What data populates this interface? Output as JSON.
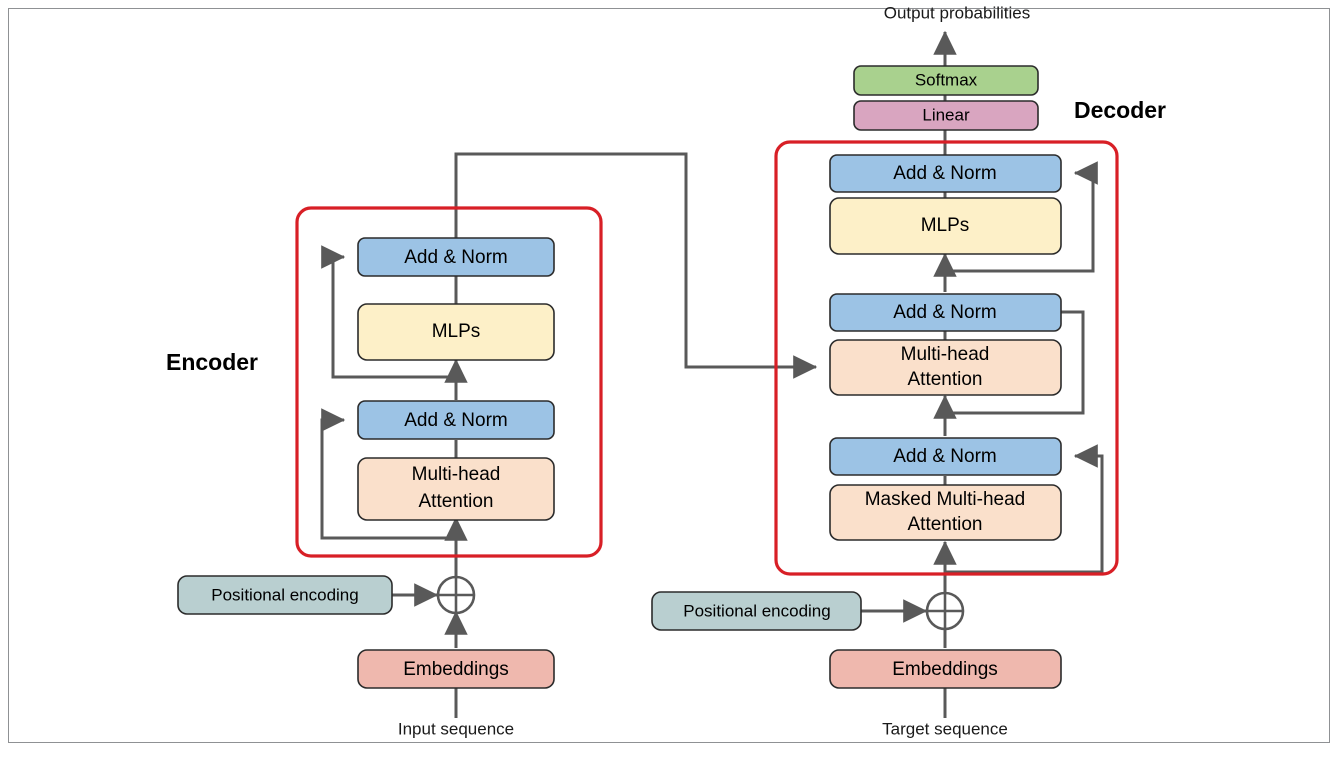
{
  "figure": {
    "title": "Transformer encoder-decoder architecture diagram",
    "background": "#ffffff",
    "border_color": "#8f9194"
  },
  "palette": {
    "add_norm": "#9cc3e5",
    "mlps": "#fdf0c8",
    "attention": "#fae0cb",
    "softmax": "#a9d18e",
    "linear": "#d9a5c0",
    "positional": "#b9cfd0",
    "embeddings": "#efb8ae",
    "group_outline": "#d81f26",
    "arrow": "#595959",
    "node_outline": "#2b2b2b",
    "text": "#000000"
  },
  "labels": {
    "output_probabilities": "Output probabilities",
    "encoder": "Encoder",
    "decoder": "Decoder",
    "input_sequence": "Input sequence",
    "target_sequence": "Target sequence"
  },
  "head": {
    "softmax": "Softmax",
    "linear": "Linear"
  },
  "encoder": {
    "group_label": "Encoder",
    "blocks": [
      {
        "id": "enc-add-norm-2",
        "label": "Add & Norm",
        "type": "add-norm"
      },
      {
        "id": "enc-mlps",
        "label": "MLPs",
        "type": "mlps"
      },
      {
        "id": "enc-add-norm-1",
        "label": "Add & Norm",
        "type": "add-norm"
      },
      {
        "id": "enc-attention",
        "label_line1": "Multi-head",
        "label_line2": "Attention",
        "type": "attention"
      }
    ],
    "positional_encoding": "Positional encoding",
    "embeddings": "Embeddings",
    "sum_operator": "⊕",
    "input_label": "Input sequence"
  },
  "decoder": {
    "group_label": "Decoder",
    "blocks": [
      {
        "id": "dec-add-norm-3",
        "label": "Add & Norm",
        "type": "add-norm"
      },
      {
        "id": "dec-mlps",
        "label": "MLPs",
        "type": "mlps"
      },
      {
        "id": "dec-add-norm-2",
        "label": "Add & Norm",
        "type": "add-norm"
      },
      {
        "id": "dec-cross-attention",
        "label_line1": "Multi-head",
        "label_line2": "Attention",
        "type": "attention"
      },
      {
        "id": "dec-add-norm-1",
        "label": "Add & Norm",
        "type": "add-norm"
      },
      {
        "id": "dec-masked-attention",
        "label_line1": "Masked Multi-head",
        "label_line2": "Attention",
        "type": "attention"
      }
    ],
    "positional_encoding": "Positional encoding",
    "embeddings": "Embeddings",
    "sum_operator": "⊕",
    "input_label": "Target sequence",
    "output_label": "Output probabilities"
  }
}
